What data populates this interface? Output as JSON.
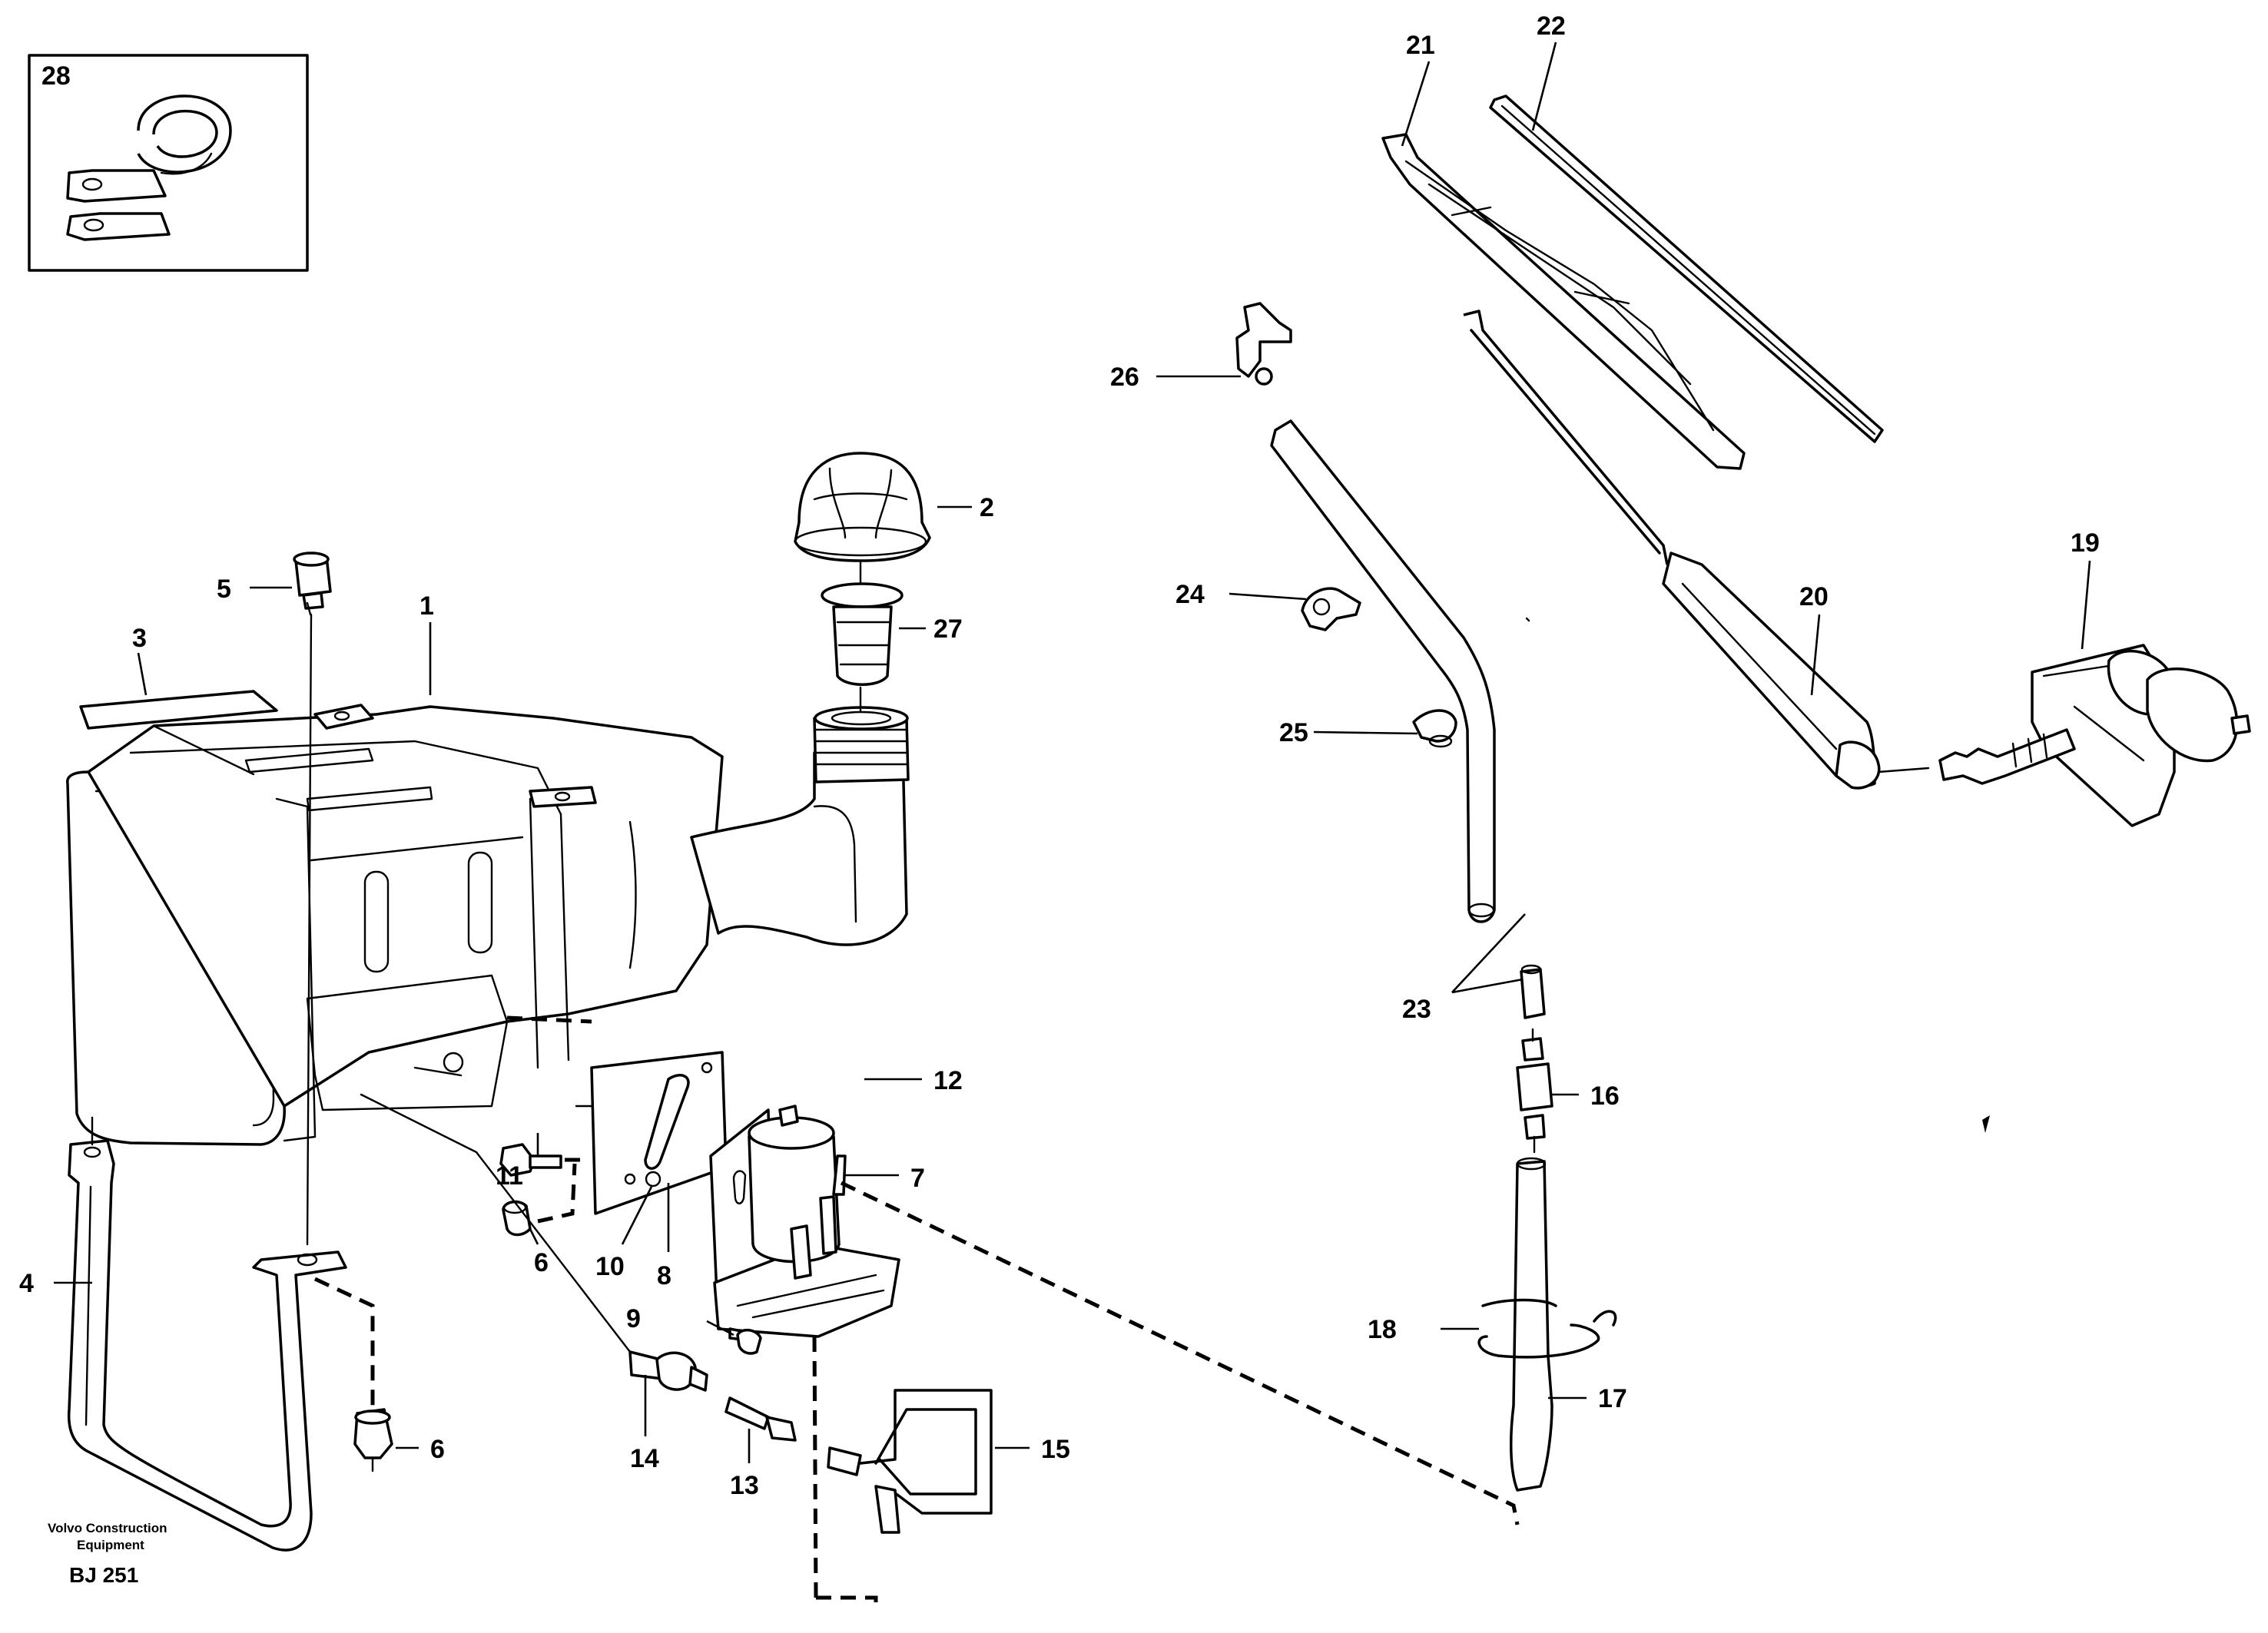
{
  "diagram": {
    "footer": {
      "company_line1": "Volvo Construction",
      "company_line2": "Equipment",
      "code": "BJ 251"
    },
    "inset_label": "28",
    "labels": [
      {
        "id": "1",
        "text": "1"
      },
      {
        "id": "2",
        "text": "2"
      },
      {
        "id": "3",
        "text": "3"
      },
      {
        "id": "4",
        "text": "4"
      },
      {
        "id": "5",
        "text": "5"
      },
      {
        "id": "6a",
        "text": "6"
      },
      {
        "id": "6b",
        "text": "6"
      },
      {
        "id": "7",
        "text": "7"
      },
      {
        "id": "8",
        "text": "8"
      },
      {
        "id": "9",
        "text": "9"
      },
      {
        "id": "10",
        "text": "10"
      },
      {
        "id": "11",
        "text": "11"
      },
      {
        "id": "12",
        "text": "12"
      },
      {
        "id": "13",
        "text": "13"
      },
      {
        "id": "14",
        "text": "14"
      },
      {
        "id": "15",
        "text": "15"
      },
      {
        "id": "16",
        "text": "16"
      },
      {
        "id": "17",
        "text": "17"
      },
      {
        "id": "18",
        "text": "18"
      },
      {
        "id": "19",
        "text": "19"
      },
      {
        "id": "20",
        "text": "20"
      },
      {
        "id": "21",
        "text": "21"
      },
      {
        "id": "22",
        "text": "22"
      },
      {
        "id": "23",
        "text": "23"
      },
      {
        "id": "24",
        "text": "24"
      },
      {
        "id": "25",
        "text": "25"
      },
      {
        "id": "26",
        "text": "26"
      },
      {
        "id": "27",
        "text": "27"
      }
    ]
  }
}
